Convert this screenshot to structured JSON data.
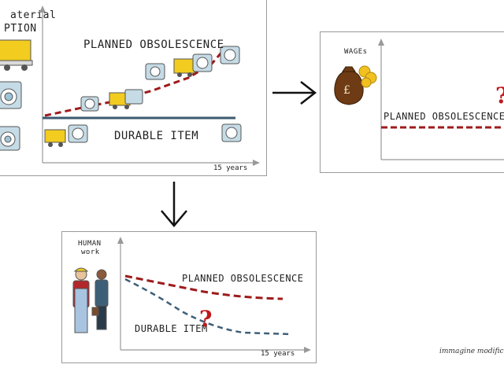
{
  "panel_consumption": {
    "ylabel_line1": "aterial",
    "ylabel_line2": "PTION",
    "planned_label": "PLANNED OBSOLESCENCE",
    "durable_label": "DURABLE ITEM",
    "x_end_label": "15 years"
  },
  "panel_wages": {
    "ylabel": "WAGEs",
    "line_label": "PLANNED OBSOLESCENCE DU"
  },
  "panel_work": {
    "ylabel_line1": "HUMAN",
    "ylabel_line2": "work",
    "planned_label": "PLANNED OBSOLESCENCE",
    "durable_label": "DURABLE ITEM",
    "question_mark": "?",
    "x_end_label": "15 years"
  },
  "wages_question_mark": "?",
  "credit": "immagine modifica",
  "colors": {
    "planned_dashed": "#9e1b1b",
    "durable_solid": "#3b5a6e",
    "durable_dashed": "#3e5f78",
    "question_red": "#c0181a",
    "truck_yellow": "#f2cc1f",
    "machine_blue": "#9fc3d6"
  },
  "icons": [
    "truck-icon",
    "washing-machine-icon",
    "money-bag-icon",
    "worker-figures-icon",
    "arrow-right-icon",
    "arrow-down-icon"
  ]
}
